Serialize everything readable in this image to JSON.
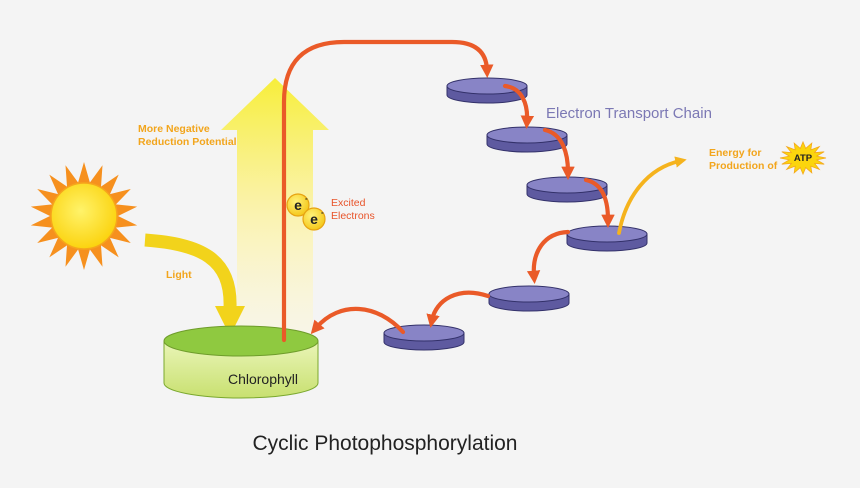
{
  "labels": {
    "more_negative_line1": "More Negative",
    "more_negative_line2": "Reduction Potential",
    "light": "Light",
    "excited_line1": "Excited",
    "excited_line2": "Electrons",
    "electron_symbol": "e",
    "electron_transport_chain": "Electron Transport Chain",
    "energy_line1": "Energy for",
    "energy_line2": "Production of",
    "atp": "ATP",
    "chlorophyll": "Chlorophyll",
    "title": "Cyclic Photophosphorylation"
  },
  "colors": {
    "sun": "#fbd50d",
    "sun_rays": "#f6901e",
    "light_arrow": "#f2d31b",
    "electron_path": "#ea5a28",
    "energy_arrow": "#f5b31d",
    "disc_fill": "#7f7bbf",
    "disc_stroke": "#3a3870",
    "chlorophyll_top": "#8fc940",
    "chlorophyll_side": "#d6ea8a",
    "text_orange": "#f2a51c",
    "text_red": "#e8542a",
    "text_purple": "#7b78b4"
  }
}
